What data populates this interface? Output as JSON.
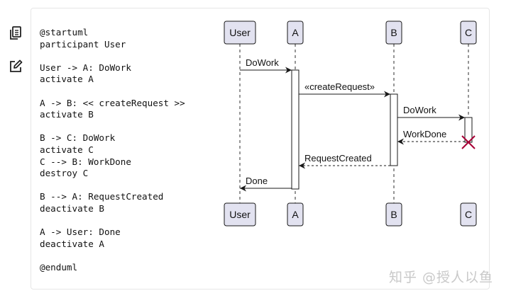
{
  "toolbar": {
    "copy_icon": "copy-icon",
    "edit_icon": "edit-icon"
  },
  "source": {
    "lines": [
      "@startuml",
      "participant User",
      "",
      "User -> A: DoWork",
      "activate A",
      "",
      "A -> B: << createRequest >>",
      "activate B",
      "",
      "B -> C: DoWork",
      "activate C",
      "C --> B: WorkDone",
      "destroy C",
      "",
      "B --> A: RequestCreated",
      "deactivate B",
      "",
      "A -> User: Done",
      "deactivate A",
      "",
      "@enduml"
    ]
  },
  "diagram": {
    "participants": [
      "User",
      "A",
      "B",
      "C"
    ],
    "messages": [
      {
        "from": "User",
        "to": "A",
        "label": "DoWork",
        "style": "solid"
      },
      {
        "from": "A",
        "to": "B",
        "label": "«createRequest»",
        "style": "solid"
      },
      {
        "from": "B",
        "to": "C",
        "label": "DoWork",
        "style": "solid"
      },
      {
        "from": "C",
        "to": "B",
        "label": "WorkDone",
        "style": "dashed"
      },
      {
        "from": "B",
        "to": "A",
        "label": "RequestCreated",
        "style": "dashed"
      },
      {
        "from": "A",
        "to": "User",
        "label": "Done",
        "style": "solid"
      }
    ],
    "destroyed": "C",
    "colors": {
      "box_fill": "#e2e2f0",
      "box_stroke": "#181818",
      "lifeline": "#181818",
      "destroy": "#a80036"
    }
  },
  "watermark": "知乎 @授人以鱼"
}
